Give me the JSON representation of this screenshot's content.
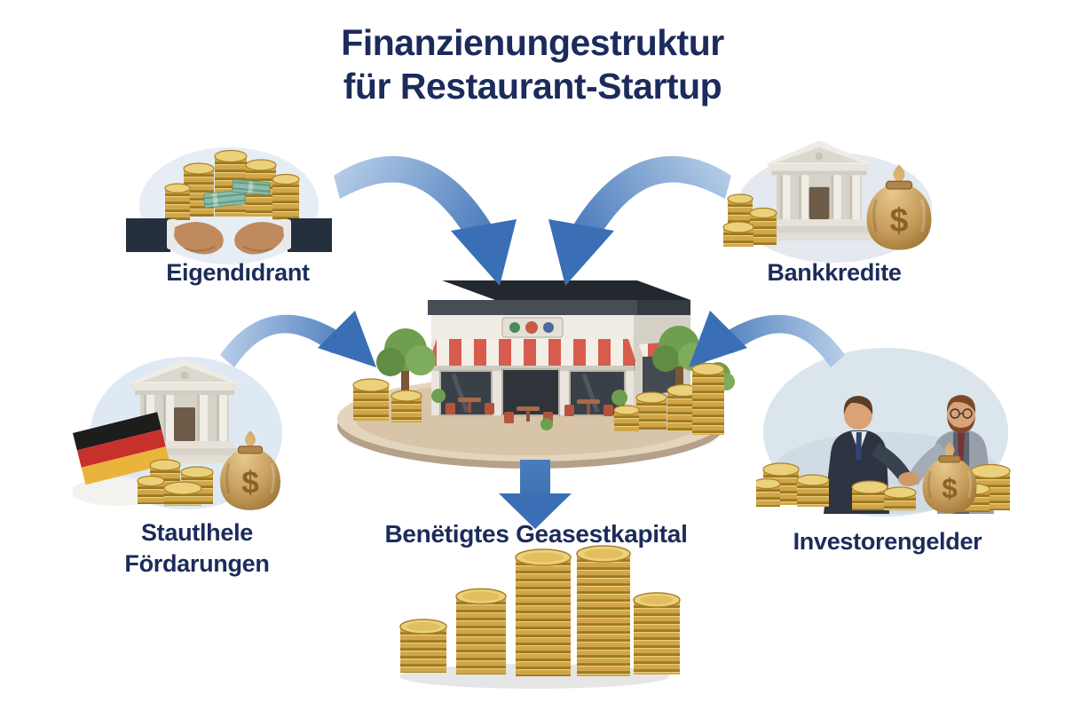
{
  "title": {
    "line1": "Finanzienungestruktur",
    "line2": "für Restaurant-Startup"
  },
  "nodes": {
    "equity": {
      "label": "Eigendıdrant",
      "icon": "hands-holding-money-icon"
    },
    "bank_loans": {
      "label": "Bankkredite",
      "icon": "bank-with-money-bag-icon"
    },
    "subsidies": {
      "label_line1": "Stautlhele",
      "label_line2": "Fördarungen",
      "icon": "government-bank-german-flag-icon"
    },
    "investors": {
      "label": "Investorengelder",
      "icon": "investors-handshake-icon"
    },
    "restaurant": {
      "icon": "restaurant-icon"
    },
    "total_capital": {
      "label": "Benëtigtes Geasestkapital",
      "icon": "coin-stacks-icon"
    }
  },
  "money_bag": {
    "symbol": "$"
  },
  "colors": {
    "title_text": "#1b2b5c",
    "label_text": "#1c2c5a",
    "arrow_blue": "#3a6fb5",
    "arrow_light": "#b6cde8",
    "vignette_blue": "#e3eaf1",
    "coin_gold": "#d2a648",
    "awning_red": "#d85c4e",
    "flag_black": "#1d1d1b",
    "flag_red": "#c8312b",
    "flag_gold": "#e9b33c",
    "background": "#ffffff"
  }
}
